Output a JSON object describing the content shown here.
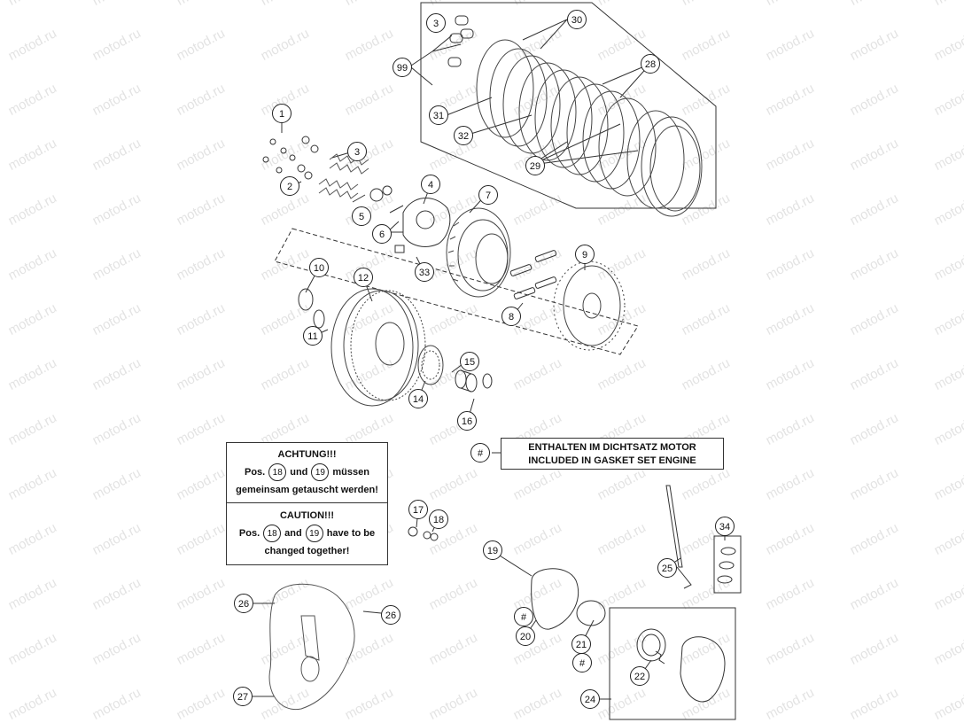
{
  "watermark": "motod.ru",
  "callouts": {
    "c99": "99",
    "c3a": "3",
    "c30": "30",
    "c28": "28",
    "c31": "31",
    "c32": "32",
    "c29": "29",
    "c1": "1",
    "c3b": "3",
    "c2": "2",
    "c4": "4",
    "c5": "5",
    "c6": "6",
    "c7": "7",
    "c33": "33",
    "c10": "10",
    "c12": "12",
    "c9": "9",
    "c8": "8",
    "c11": "11",
    "c15": "15",
    "c14": "14",
    "c16": "16",
    "c17": "17",
    "c18": "18",
    "c19": "19",
    "c34": "34",
    "c25": "25",
    "c26a": "26",
    "c26b": "26",
    "c27": "27",
    "h1": "#",
    "c20": "20",
    "c21": "21",
    "h2": "#",
    "c22": "22",
    "c24": "24"
  },
  "legend": {
    "symbol": "#",
    "line1": "ENTHALTEN IM DICHTSATZ MOTOR",
    "line2": "INCLUDED IN GASKET SET ENGINE"
  },
  "warning": {
    "de_title": "ACHTUNG!!!",
    "de_pos": "Pos.",
    "de_ref1": "18",
    "de_und": "und",
    "de_ref2": "19",
    "de_muessen": "müssen",
    "de_line3": "gemeinsam getauscht werden!",
    "en_title": "CAUTION!!!",
    "en_pos": "Pos.",
    "en_ref1": "18",
    "en_and": "and",
    "en_ref2": "19",
    "en_have": "have to be",
    "en_line3": "changed together!"
  }
}
